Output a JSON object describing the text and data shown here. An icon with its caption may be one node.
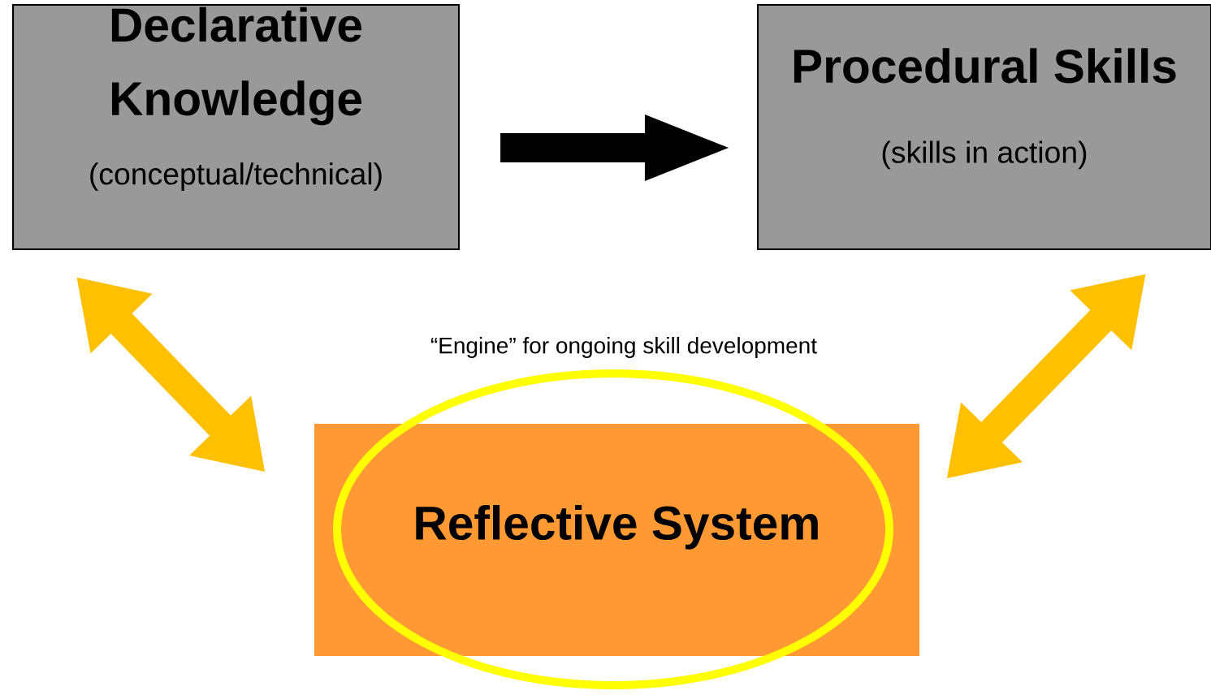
{
  "diagram": {
    "nodes": [
      {
        "text": [
          "Declarative Knowledge",
          "(conceptual/technical)"
        ]
      },
      {
        "text": [
          "Procedural Skills",
          "(skills in action)"
        ]
      },
      {
        "text": [
          "Reflective System"
        ]
      }
    ],
    "edges": [
      {
        "from": 0,
        "to": 1,
        "arrow": "to",
        "color": "#000000"
      },
      {
        "from": 0,
        "to": 2,
        "arrow": "both",
        "color": "#ffc000"
      },
      {
        "from": 1,
        "to": 2,
        "arrow": "both",
        "color": "#ffc000"
      }
    ],
    "labels": [
      "“Engine” for ongoing skill development"
    ]
  }
}
